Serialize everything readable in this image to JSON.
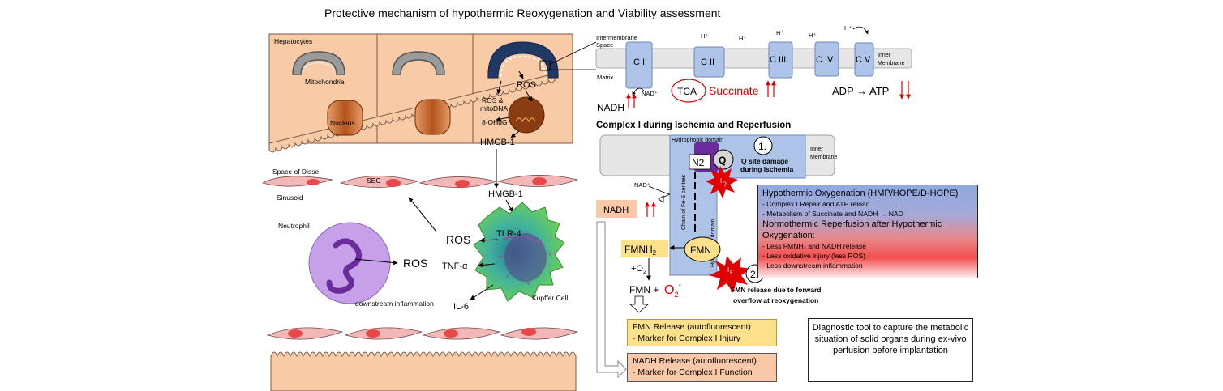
{
  "title": "Protective mechanism of hypothermic Reoxygenation and Viability assessment",
  "left_panel": {
    "hepatocytes": "Hepatocytes",
    "mitochondria": "Mitochondria",
    "nucleus": "Nucleus",
    "ros_mito": "ROS",
    "ros_mitodna_1": "ROS &",
    "ros_mitodna_2": "mitoDNA",
    "ohdg": "8-OHdG",
    "hmgb1_top": "HMGB-1",
    "space_of_disse": "Space of Disse",
    "sec": "SEC",
    "sinusoid": "Sinusoid",
    "hmgb1_mid": "HMGB-1",
    "tlr4": "TLR-4",
    "neutrophil": "Neutrophil",
    "ros_neutrophil": "ROS",
    "ros_kupffer": "ROS",
    "tnf": "TNF-α",
    "il6": "IL-6",
    "downstream": "downstream inflammation",
    "kupffer": "Kupffer Cell"
  },
  "etc_panel": {
    "intermembrane_1": "Intermembrane",
    "intermembrane_2": "Space",
    "matrix": "Matrix",
    "inner_membrane_1": "Inner",
    "inner_membrane_2": "Membrane",
    "complexes": [
      "C I",
      "C II",
      "C III",
      "C IV",
      "C V"
    ],
    "hplus": "H⁺",
    "nadh": "NADH",
    "nad": "NAD⁺",
    "tca": "TCA",
    "succinate": "Succinate",
    "adp_atp": "ADP → ATP"
  },
  "complex1_panel": {
    "heading": "Complex I during  Ischemia and Reperfusion",
    "hydrophobic": "Hydrophobic domain",
    "hydrophilic": "Hydrophilic domain",
    "fes_chain": "Chain of Fe-S centres",
    "n2": "N2",
    "q": "Q",
    "step1": "1.",
    "step1_label_1": "Q site damage",
    "step1_label_2": "during ischemia",
    "inner_1": "Inner",
    "inner_2": "Membrane",
    "nad": "NAD⁺",
    "nadh": "NADH",
    "fmnh2": "FMNH",
    "fmnh2_sub": "2",
    "fmn": "FMN",
    "plus_o2": "+O",
    "plus_o2_sub": "2",
    "fmn_plus": "FMN +",
    "o2": "O",
    "o2_sub": "2",
    "o2_sup": "-",
    "step2": "2.",
    "step2_label_1": "FMN release due to forward",
    "step2_label_2": "overflow at reoxygenation",
    "star_q": "I",
    "star_q_sub": "Q",
    "star_f": "I",
    "star_f_sub": "F"
  },
  "oxygenation_box": {
    "heading1": "Hypothermic Oxygenation (HMP/HOPE/D-HOPE)",
    "items1": [
      "-    Complex I Repair and ATP reload",
      "-    Metabolism of Succinate and NADH → NAD"
    ],
    "heading2_1": "Normothermic Reperfusion after Hypothermic",
    "heading2_2": "Oxygenation:",
    "items2": [
      "- Less FMNH₂ and NADH release",
      "- Less oxidative injury (less ROS)",
      "- Less downstream  inflammation"
    ]
  },
  "fmn_release": {
    "line1": "FMN Release (autofluorescent)",
    "line2": "-      Marker for Complex I Injury"
  },
  "nadh_release": {
    "line1": "NADH Release (autofluorescent)",
    "line2": "-      Marker for Complex I Function"
  },
  "diagnostic": "Diagnostic tool to capture the metabolic situation of solid organs during ex-vivo perfusion before implantation",
  "colors": {
    "hepatocyte": "#f8cba6",
    "hepatocyte_border": "#7a5a44",
    "membrane": "#e6e6e6",
    "complex": "#adc3e8",
    "complex_border": "#6d87b8",
    "nucleus": "#b5531c",
    "mitochondria_blue": "#1f3864",
    "endothelial": "#f2b8b8",
    "endothelial_nucleus": "#e84848",
    "neutrophil": "#c6a0e8",
    "neutrophil_nucleus": "#6a2c9a",
    "kupffer_green": "#6ad048",
    "red": "#e00000",
    "yellow": "#fde08a",
    "nadh_box": "#f8c8a8"
  }
}
